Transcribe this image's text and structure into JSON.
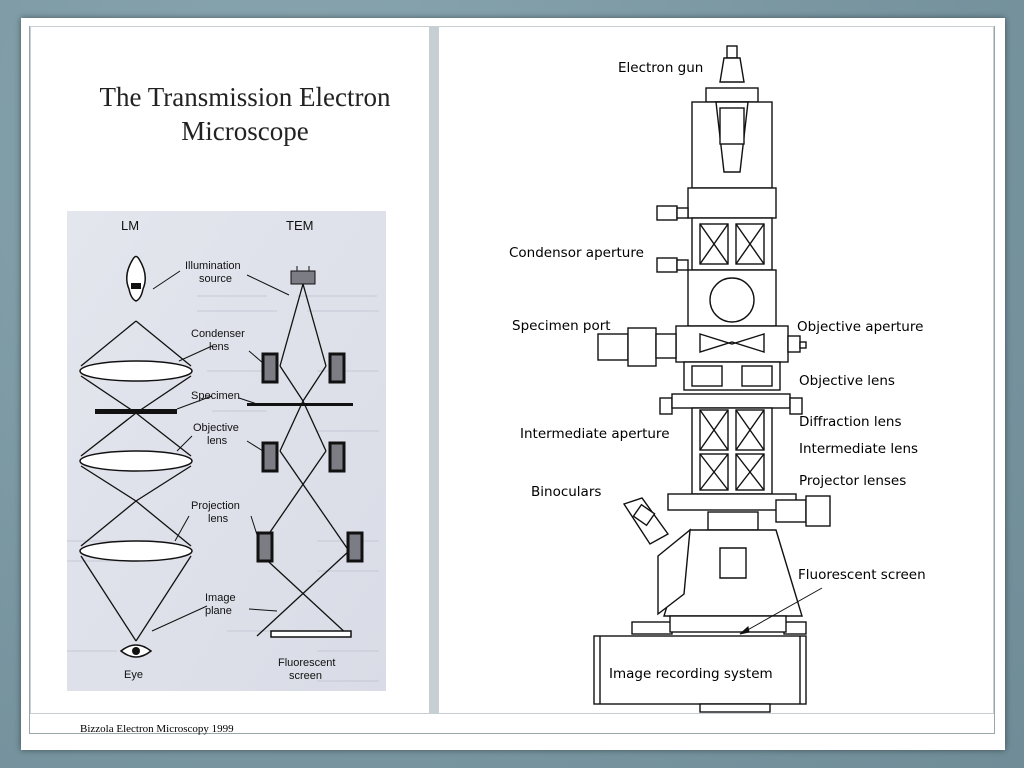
{
  "title_line1": "The Transmission Electron",
  "title_line2": "Microscope",
  "caption": "Bizzola Electron Microscopy 1999",
  "left_diagram": {
    "col_lm": "LM",
    "col_tem": "TEM",
    "illumination_1": "Illumination",
    "illumination_2": "source",
    "condenser_1": "Condenser",
    "condenser_2": "lens",
    "specimen": "Specimen",
    "objective_1": "Objective",
    "objective_2": "lens",
    "projection_1": "Projection",
    "projection_2": "lens",
    "image_1": "Image",
    "image_2": "plane",
    "eye": "Eye",
    "fluor_1": "Fluorescent",
    "fluor_2": "screen"
  },
  "tem_labels": {
    "electron_gun": "Electron gun",
    "condensor_aperture": "Condensor aperture",
    "specimen_port": "Specimen port",
    "objective_aperture": "Objective aperture",
    "objective_lens": "Objective lens",
    "diffraction_lens": "Diffraction lens",
    "intermediate_aperture": "Intermediate aperture",
    "intermediate_lens": "Intermediate lens",
    "binoculars": "Binoculars",
    "projector_lenses": "Projector lenses",
    "fluorescent_screen": "Fluorescent screen",
    "image_recording": "Image recording system"
  }
}
